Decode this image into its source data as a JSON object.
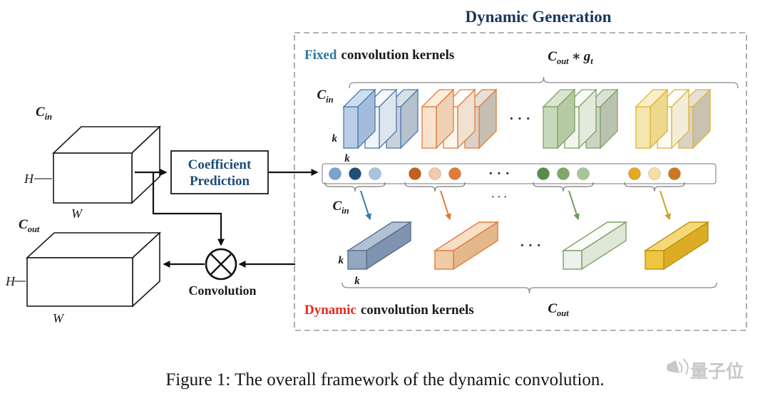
{
  "page": {
    "title": "Dynamic Generation",
    "caption": "Figure 1: The overall framework of the dynamic convolution.",
    "watermark": "量子位"
  },
  "labels": {
    "fixed": "Fixed",
    "dynamic": "Dynamic",
    "kernels_rest": "convolution kernels",
    "coefficient_line1": "Coefficient",
    "coefficient_line2": "Prediction",
    "convolution": "Convolution",
    "C": "C",
    "g": "g",
    "sub_in": "in",
    "sub_out": "out",
    "sub_t": "t",
    "star": "∗",
    "k": "k",
    "H": "H",
    "W": "W",
    "dots": "· · ·"
  },
  "colors": {
    "title_navy": "#17365d",
    "fixed_blue": "#2e74a4",
    "dynamic_red": "#e8291c",
    "prediction_text_blue": "#1f4e79",
    "kernel_group_strokes": {
      "blue": "#4a78b0",
      "orange": "#e07b39",
      "green": "#7da163",
      "yellow": "#dfb23a"
    },
    "dynamic_kernel_fills": {
      "blue_gray": "#93a7c0",
      "orange": "#f0cba6",
      "white_green": "#eef2ea",
      "yellow": "#eec53e"
    },
    "coefficient_dots": [
      "#7ba3cc",
      "#1f4e79",
      "#a8c4e0",
      "#c55f1e",
      "#f2c9ac",
      "#e07b39",
      "#5a8a4a",
      "#7fa86a",
      "#a8c695",
      "#e8a820",
      "#f5dfa0",
      "#cc7722"
    ],
    "watermark_gray": "#c8c8c8"
  }
}
